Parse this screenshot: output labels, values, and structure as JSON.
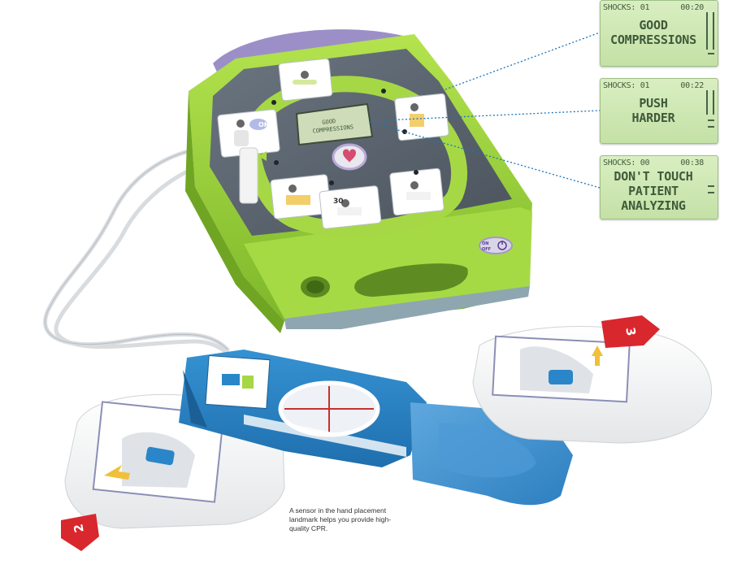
{
  "screens": [
    {
      "shocks": "SHOCKS: 01",
      "time": "00:20",
      "lines": [
        "GOOD",
        "COMPRESSIONS"
      ]
    },
    {
      "shocks": "SHOCKS: 01",
      "time": "00:22",
      "lines": [
        "PUSH",
        "HARDER"
      ]
    },
    {
      "shocks": "SHOCKS: 00",
      "time": "00:38",
      "lines": [
        "DON'T TOUCH",
        "PATIENT",
        "ANALYZING"
      ]
    }
  ],
  "device": {
    "screen_text": [
      "GOOD",
      "COMPRESSIONS"
    ],
    "button_on": "ON",
    "button_off": "OFF",
    "pad_label_left": "2",
    "pad_label_right": "3",
    "step_number": "30"
  },
  "caption": "A sensor in the hand placement landmark helps you provide high-quality CPR.",
  "colors": {
    "device_green": "#9bd43a",
    "panel_grey": "#5b6570",
    "pad_blue": "#2a86c8",
    "lcd_green": "#cfe8b4",
    "arrow_red": "#d8272d"
  }
}
